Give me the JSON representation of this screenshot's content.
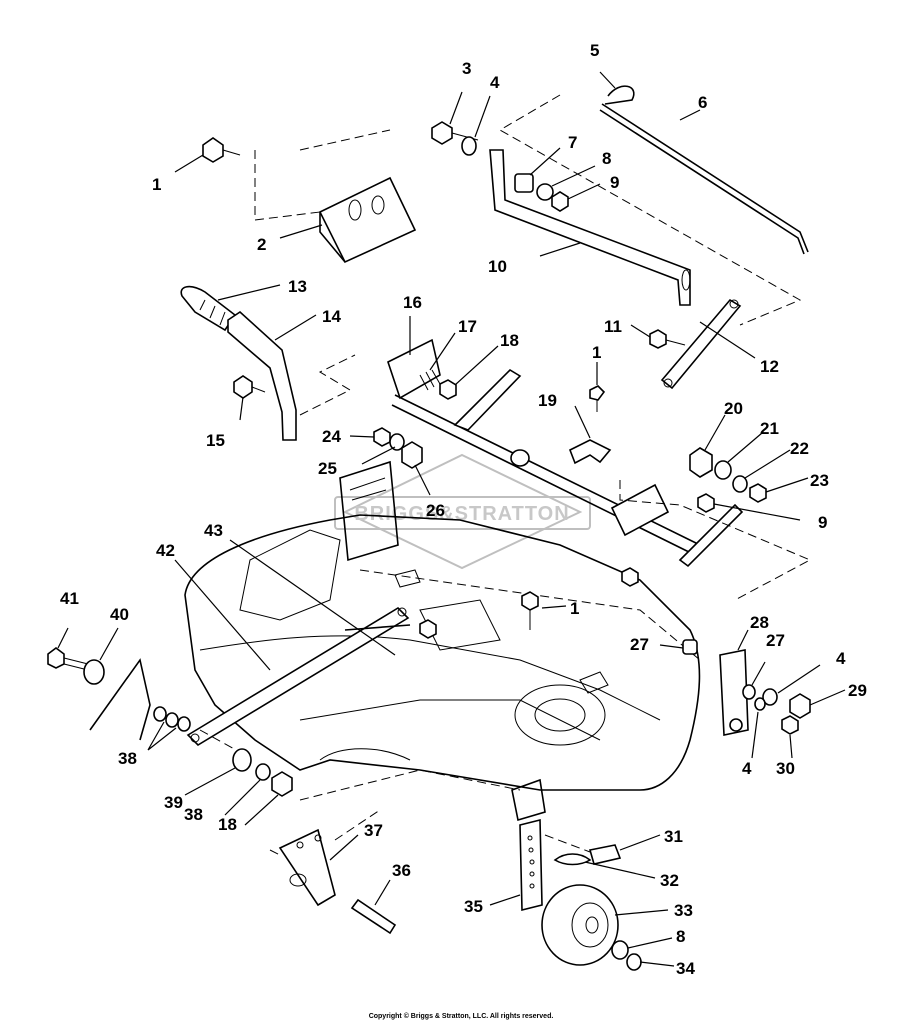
{
  "watermark": "BRIGGS&STRATTON",
  "copyright": "Copyright © Briggs & Stratton, LLC. All rights reserved.",
  "callouts": [
    {
      "id": "c1a",
      "text": "1"
    },
    {
      "id": "c2",
      "text": "2"
    },
    {
      "id": "c3",
      "text": "3"
    },
    {
      "id": "c4a",
      "text": "4"
    },
    {
      "id": "c5",
      "text": "5"
    },
    {
      "id": "c6",
      "text": "6"
    },
    {
      "id": "c7",
      "text": "7"
    },
    {
      "id": "c8a",
      "text": "8"
    },
    {
      "id": "c9a",
      "text": "9"
    },
    {
      "id": "c10",
      "text": "10"
    },
    {
      "id": "c11",
      "text": "11"
    },
    {
      "id": "c12",
      "text": "12"
    },
    {
      "id": "c13",
      "text": "13"
    },
    {
      "id": "c14",
      "text": "14"
    },
    {
      "id": "c15",
      "text": "15"
    },
    {
      "id": "c16",
      "text": "16"
    },
    {
      "id": "c17",
      "text": "17"
    },
    {
      "id": "c18a",
      "text": "18"
    },
    {
      "id": "c1b",
      "text": "1"
    },
    {
      "id": "c19",
      "text": "19"
    },
    {
      "id": "c20",
      "text": "20"
    },
    {
      "id": "c21",
      "text": "21"
    },
    {
      "id": "c22",
      "text": "22"
    },
    {
      "id": "c23",
      "text": "23"
    },
    {
      "id": "c24",
      "text": "24"
    },
    {
      "id": "c25",
      "text": "25"
    },
    {
      "id": "c26",
      "text": "26"
    },
    {
      "id": "c9b",
      "text": "9"
    },
    {
      "id": "c1c",
      "text": "1"
    },
    {
      "id": "c43",
      "text": "43"
    },
    {
      "id": "c42",
      "text": "42"
    },
    {
      "id": "c41",
      "text": "41"
    },
    {
      "id": "c40",
      "text": "40"
    },
    {
      "id": "c27a",
      "text": "27"
    },
    {
      "id": "c28",
      "text": "28"
    },
    {
      "id": "c27b",
      "text": "27"
    },
    {
      "id": "c4b",
      "text": "4"
    },
    {
      "id": "c29",
      "text": "29"
    },
    {
      "id": "c38a",
      "text": "38"
    },
    {
      "id": "c4c",
      "text": "4"
    },
    {
      "id": "c30",
      "text": "30"
    },
    {
      "id": "c39",
      "text": "39"
    },
    {
      "id": "c38b",
      "text": "38"
    },
    {
      "id": "c18b",
      "text": "18"
    },
    {
      "id": "c37",
      "text": "37"
    },
    {
      "id": "c31",
      "text": "31"
    },
    {
      "id": "c36",
      "text": "36"
    },
    {
      "id": "c32",
      "text": "32"
    },
    {
      "id": "c35",
      "text": "35"
    },
    {
      "id": "c33",
      "text": "33"
    },
    {
      "id": "c8b",
      "text": "8"
    },
    {
      "id": "c34",
      "text": "34"
    }
  ]
}
